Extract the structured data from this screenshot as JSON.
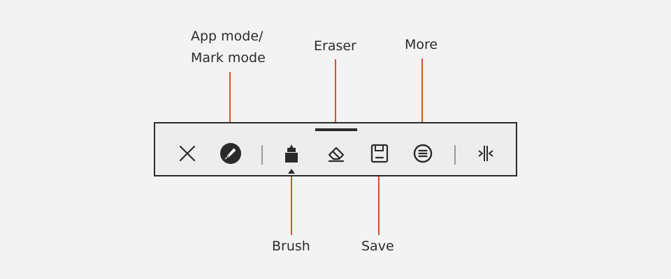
{
  "callouts": {
    "app_mode": [
      "App mode/",
      "Mark mode"
    ],
    "eraser": "Eraser",
    "more": "More",
    "brush": "Brush",
    "save": "Save"
  },
  "toolbar": {
    "tools": [
      {
        "name": "close",
        "icon": "close-icon"
      },
      {
        "name": "mark-mode",
        "icon": "pen-circle-icon"
      },
      {
        "name": "brush",
        "icon": "marker-icon",
        "active": true
      },
      {
        "name": "eraser",
        "icon": "eraser-icon"
      },
      {
        "name": "save",
        "icon": "floppy-disk-icon"
      },
      {
        "name": "more",
        "icon": "menu-circle-icon"
      },
      {
        "name": "collapse",
        "icon": "collapse-arrows-icon"
      }
    ]
  },
  "colors": {
    "leader": "#d0532a",
    "toolbar_bg": "#ededed",
    "toolbar_border": "#2a2a2a",
    "page_bg": "#f3f3f3"
  }
}
